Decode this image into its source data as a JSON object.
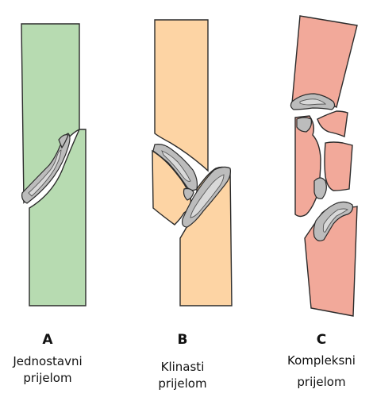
{
  "colors": {
    "bone_a": "#b7dbb1",
    "bone_b": "#fdd4a4",
    "bone_c": "#f2a99a",
    "fragment": "#bcbcbc",
    "fragment_inner": "#d9d9d9",
    "outline": "#2b2b2b"
  },
  "panels": [
    {
      "letter": "A",
      "label_line1": "Jednostavni",
      "label_line2": "prijelom"
    },
    {
      "letter": "B",
      "label_line1": "Klinasti",
      "label_line2": "prijelom"
    },
    {
      "letter": "C",
      "label_line1": "Kompleksni",
      "label_line2": "prijelom"
    }
  ]
}
